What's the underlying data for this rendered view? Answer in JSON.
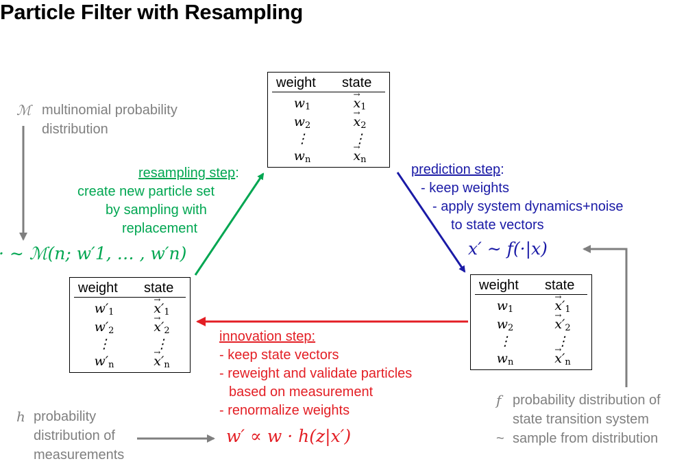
{
  "title": "Particle Filter with Resampling",
  "table_header": {
    "weight": "weight",
    "state": "state"
  },
  "top_table": {
    "weights": [
      "w",
      "w",
      "⋮",
      "w"
    ],
    "weight_subs": [
      "1",
      "2",
      "",
      "n"
    ],
    "states": [
      "x",
      "x",
      "⋮",
      "x"
    ],
    "state_subs": [
      "1",
      "2",
      "",
      "n"
    ]
  },
  "right_table": {
    "weights": [
      "w",
      "w",
      "⋮",
      "w"
    ],
    "weight_subs": [
      "1",
      "2",
      "",
      "n"
    ],
    "states": [
      "x′",
      "x′",
      "⋮",
      "x′"
    ],
    "state_subs": [
      "1",
      "2",
      "",
      "n"
    ]
  },
  "left_table": {
    "weights": [
      "w′",
      "w′",
      "⋮",
      "w′"
    ],
    "weight_subs": [
      "1",
      "2",
      "",
      "n"
    ],
    "states": [
      "x′",
      "x′",
      "⋮",
      "x′"
    ],
    "state_subs": [
      "1",
      "2",
      "",
      "n"
    ]
  },
  "multinomial": {
    "symbol": "ℳ",
    "line1": "multinomial probability",
    "line2": "distribution"
  },
  "resampling": {
    "heading": "resampling step",
    "colon": ":",
    "lines": [
      "create new particle set",
      "by sampling with",
      "replacement"
    ],
    "formula": "· ∼ ℳ(n; w′1, … , w′n)"
  },
  "prediction": {
    "heading": "prediction step",
    "colon": ":",
    "lines": [
      "- keep weights",
      "- apply system dynamics+noise",
      "to state vectors"
    ],
    "formula": "x′ ∼ f(·|x)"
  },
  "innovation": {
    "heading": "innovation step:",
    "lines": [
      "- keep state vectors",
      "- reweight and validate particles",
      "based on measurement",
      "- renormalize weights"
    ],
    "formula": "w′ ∝ w · h(z|x′)"
  },
  "h_note": {
    "symbol": "h",
    "lines": [
      "probability",
      "distribution of",
      "measurements"
    ]
  },
  "f_note": {
    "symbol": "f",
    "line1": "probability distribution of",
    "line2": "state transition system",
    "tilde": "~",
    "line3": "sample from distribution"
  },
  "colors": {
    "green": "#00a651",
    "blue": "#1a1aa6",
    "red": "#e31e24",
    "gray": "#7f7f7f"
  }
}
